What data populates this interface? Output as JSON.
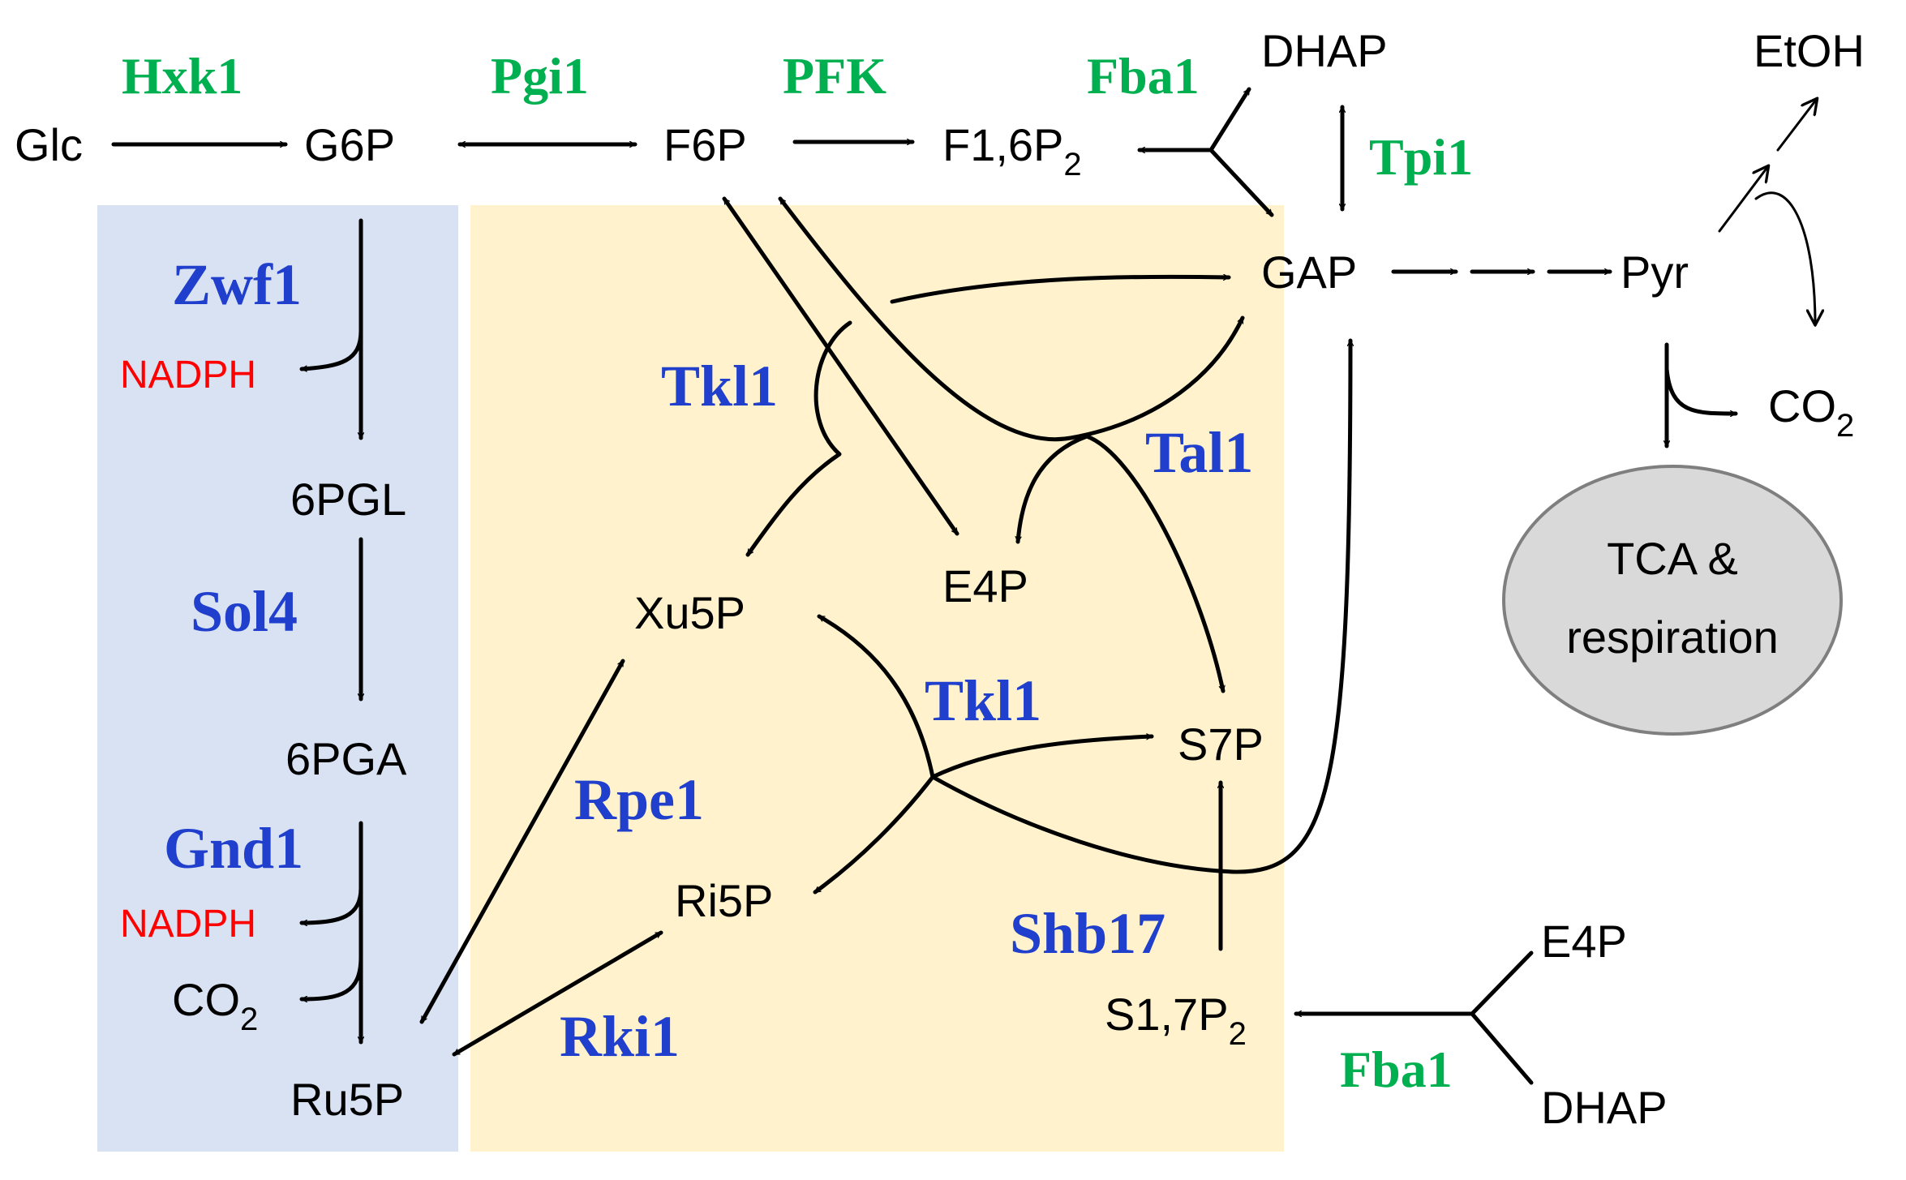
{
  "colors": {
    "blue_panel": "#d9e2f3",
    "orange_panel": "#fff2cc",
    "green_enzyme": "#00b050",
    "blue_enzyme": "#1f3fcc",
    "nadph_red": "#ff0000",
    "tca_fill": "#d9d9d9",
    "tca_stroke": "#7f7f7f"
  },
  "metabolites": {
    "glc": "Glc",
    "g6p": "G6P",
    "f6p": "F6P",
    "f16p2": "F1,6P",
    "f16p2_sub": "2",
    "dhap_top": "DHAP",
    "etoh": "EtOH",
    "gap": "GAP",
    "pyr": "Pyr",
    "co2_right": "CO",
    "co2_right_sub": "2",
    "tca_line1": "TCA &",
    "tca_line2": "respiration",
    "pgl6": "6PGL",
    "pga6": "6PGA",
    "co2_left": "CO",
    "co2_left_sub": "2",
    "ru5p": "Ru5P",
    "xu5p": "Xu5P",
    "e4p_mid": "E4P",
    "s7p": "S7P",
    "ri5p": "Ri5P",
    "s17p2": "S1,7P",
    "s17p2_sub": "2",
    "e4p_right": "E4P",
    "dhap_bottom": "DHAP"
  },
  "cofactors": {
    "nadph_1": "NADPH",
    "nadph_2": "NADPH"
  },
  "enzymes": {
    "hxk1": "Hxk1",
    "pgi1": "Pgi1",
    "pfk": "PFK",
    "fba1_top": "Fba1",
    "tpi1": "Tpi1",
    "zwf1": "Zwf1",
    "sol4": "Sol4",
    "gnd1": "Gnd1",
    "tkl1_top": "Tkl1",
    "tal1": "Tal1",
    "tkl1_mid": "Tkl1",
    "rpe1": "Rpe1",
    "rki1": "Rki1",
    "shb17": "Shb17",
    "fba1_bottom": "Fba1"
  }
}
